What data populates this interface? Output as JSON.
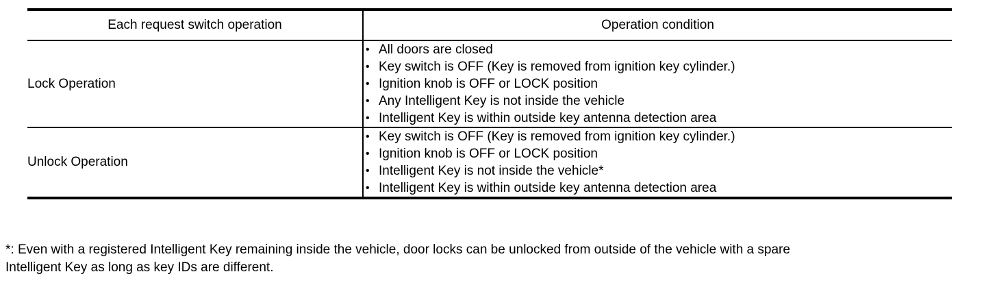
{
  "table": {
    "headers": [
      "Each request switch operation",
      "Operation condition"
    ],
    "rows": [
      {
        "operation": "Lock Operation",
        "bullet": "•",
        "conditions": [
          "All doors are closed",
          "Key switch is OFF (Key is removed from ignition key cylinder.)",
          "Ignition knob is OFF or LOCK position",
          "Any Intelligent Key is not inside the vehicle",
          "Intelligent Key is within outside key antenna detection area"
        ]
      },
      {
        "operation": "Unlock Operation",
        "bullet": "•",
        "conditions": [
          "Key switch is OFF (Key is removed from ignition key cylinder.)",
          "Ignition knob is OFF or LOCK position",
          "Intelligent Key is not inside the vehicle*",
          "Intelligent Key is within outside key antenna detection area"
        ]
      }
    ]
  },
  "footnote": {
    "line1": "*: Even with a registered Intelligent Key remaining inside the vehicle, door locks can be unlocked from outside of the vehicle with a spare",
    "line2": "Intelligent Key as long as key IDs are different."
  },
  "colors": {
    "rule": "#000000",
    "text": "#000000",
    "background": "#ffffff"
  }
}
